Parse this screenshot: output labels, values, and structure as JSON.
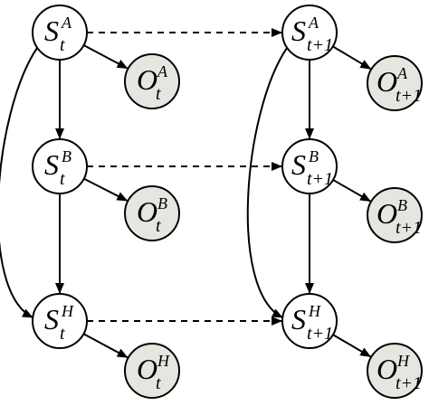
{
  "nodes": [
    {
      "id": "s-a-t",
      "kind": "state",
      "letter": "S",
      "sup": "A",
      "sub": "t"
    },
    {
      "id": "s-b-t",
      "kind": "state",
      "letter": "S",
      "sup": "B",
      "sub": "t"
    },
    {
      "id": "s-h-t",
      "kind": "state",
      "letter": "S",
      "sup": "H",
      "sub": "t"
    },
    {
      "id": "o-a-t",
      "kind": "observation",
      "letter": "O",
      "sup": "A",
      "sub": "t"
    },
    {
      "id": "o-b-t",
      "kind": "observation",
      "letter": "O",
      "sup": "B",
      "sub": "t"
    },
    {
      "id": "o-h-t",
      "kind": "observation",
      "letter": "O",
      "sup": "H",
      "sub": "t"
    },
    {
      "id": "s-a-t1",
      "kind": "state",
      "letter": "S",
      "sup": "A",
      "sub": "t+1"
    },
    {
      "id": "s-b-t1",
      "kind": "state",
      "letter": "S",
      "sup": "B",
      "sub": "t+1"
    },
    {
      "id": "s-h-t1",
      "kind": "state",
      "letter": "S",
      "sup": "H",
      "sub": "t+1"
    },
    {
      "id": "o-a-t1",
      "kind": "observation",
      "letter": "O",
      "sup": "A",
      "sub": "t+1"
    },
    {
      "id": "o-b-t1",
      "kind": "observation",
      "letter": "O",
      "sup": "B",
      "sub": "t+1"
    },
    {
      "id": "o-h-t1",
      "kind": "observation",
      "letter": "O",
      "sup": "H",
      "sub": "t+1"
    }
  ],
  "edges": [
    {
      "from": "s-a-t",
      "to": "o-a-t",
      "style": "solid"
    },
    {
      "from": "s-b-t",
      "to": "o-b-t",
      "style": "solid"
    },
    {
      "from": "s-h-t",
      "to": "o-h-t",
      "style": "solid"
    },
    {
      "from": "s-a-t",
      "to": "s-b-t",
      "style": "solid"
    },
    {
      "from": "s-b-t",
      "to": "s-h-t",
      "style": "solid"
    },
    {
      "from": "s-a-t",
      "to": "s-h-t",
      "style": "solid-curved"
    },
    {
      "from": "s-a-t1",
      "to": "o-a-t1",
      "style": "solid"
    },
    {
      "from": "s-b-t1",
      "to": "o-b-t1",
      "style": "solid"
    },
    {
      "from": "s-h-t1",
      "to": "o-h-t1",
      "style": "solid"
    },
    {
      "from": "s-a-t1",
      "to": "s-b-t1",
      "style": "solid"
    },
    {
      "from": "s-b-t1",
      "to": "s-h-t1",
      "style": "solid"
    },
    {
      "from": "s-a-t1",
      "to": "s-h-t1",
      "style": "solid-curved"
    },
    {
      "from": "s-a-t",
      "to": "s-a-t1",
      "style": "dashed"
    },
    {
      "from": "s-b-t",
      "to": "s-b-t1",
      "style": "dashed"
    },
    {
      "from": "s-h-t",
      "to": "s-h-t1",
      "style": "dashed"
    }
  ],
  "colors": {
    "state_fill": "#ffffff",
    "observation_fill": "#e6e6e0",
    "stroke": "#000000"
  }
}
